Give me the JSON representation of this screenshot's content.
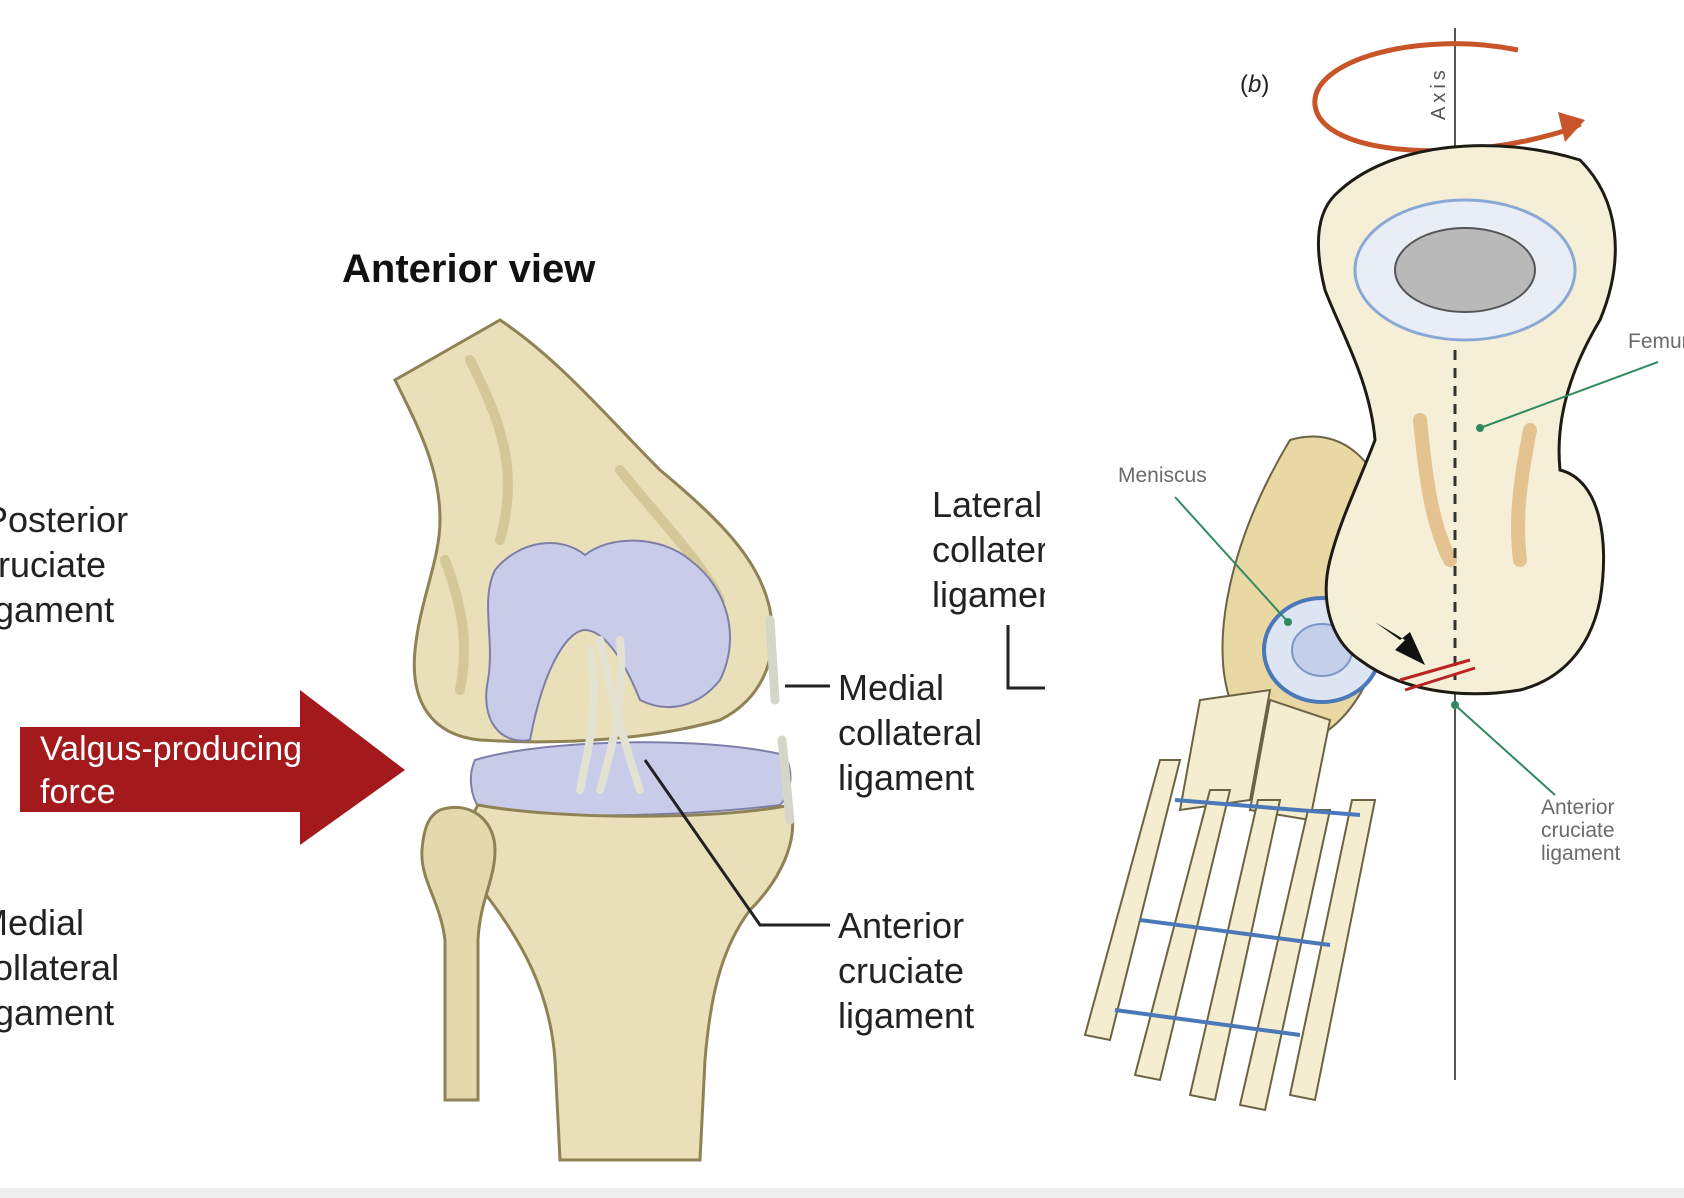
{
  "left_panel": {
    "title": "Anterior view",
    "force_label": [
      "Valgus-producing",
      "force"
    ],
    "posterior_cruciate": [
      "Posterior",
      "cruciate",
      "ligament"
    ],
    "medial_collateral_left": [
      "Medial",
      "collateral",
      "ligament"
    ],
    "lateral_collateral": [
      "Lateral",
      "collateral",
      "ligament"
    ],
    "medial_collateral_right": [
      "Medial",
      "collateral",
      "ligament"
    ],
    "anterior_cruciate": [
      "Anterior",
      "cruciate",
      "ligament"
    ]
  },
  "right_panel": {
    "panel_label_letter": "b",
    "axis_label": "Axis",
    "femur_label": "Femur",
    "meniscus_label": "Meniscus",
    "anterior_cruciate": [
      "Anterior",
      "cruciate",
      "ligament"
    ]
  },
  "colors": {
    "bone": "#e9dfb8",
    "bone_shade": "#cbbd8a",
    "cartilage": "#c9cce8",
    "force_arrow": "#a3191c",
    "rotation_arrow": "#c8552a",
    "leader_green": "#2f8a5f",
    "foot_bone": "#f4edcf",
    "joint_blue": "#4a78b8"
  }
}
